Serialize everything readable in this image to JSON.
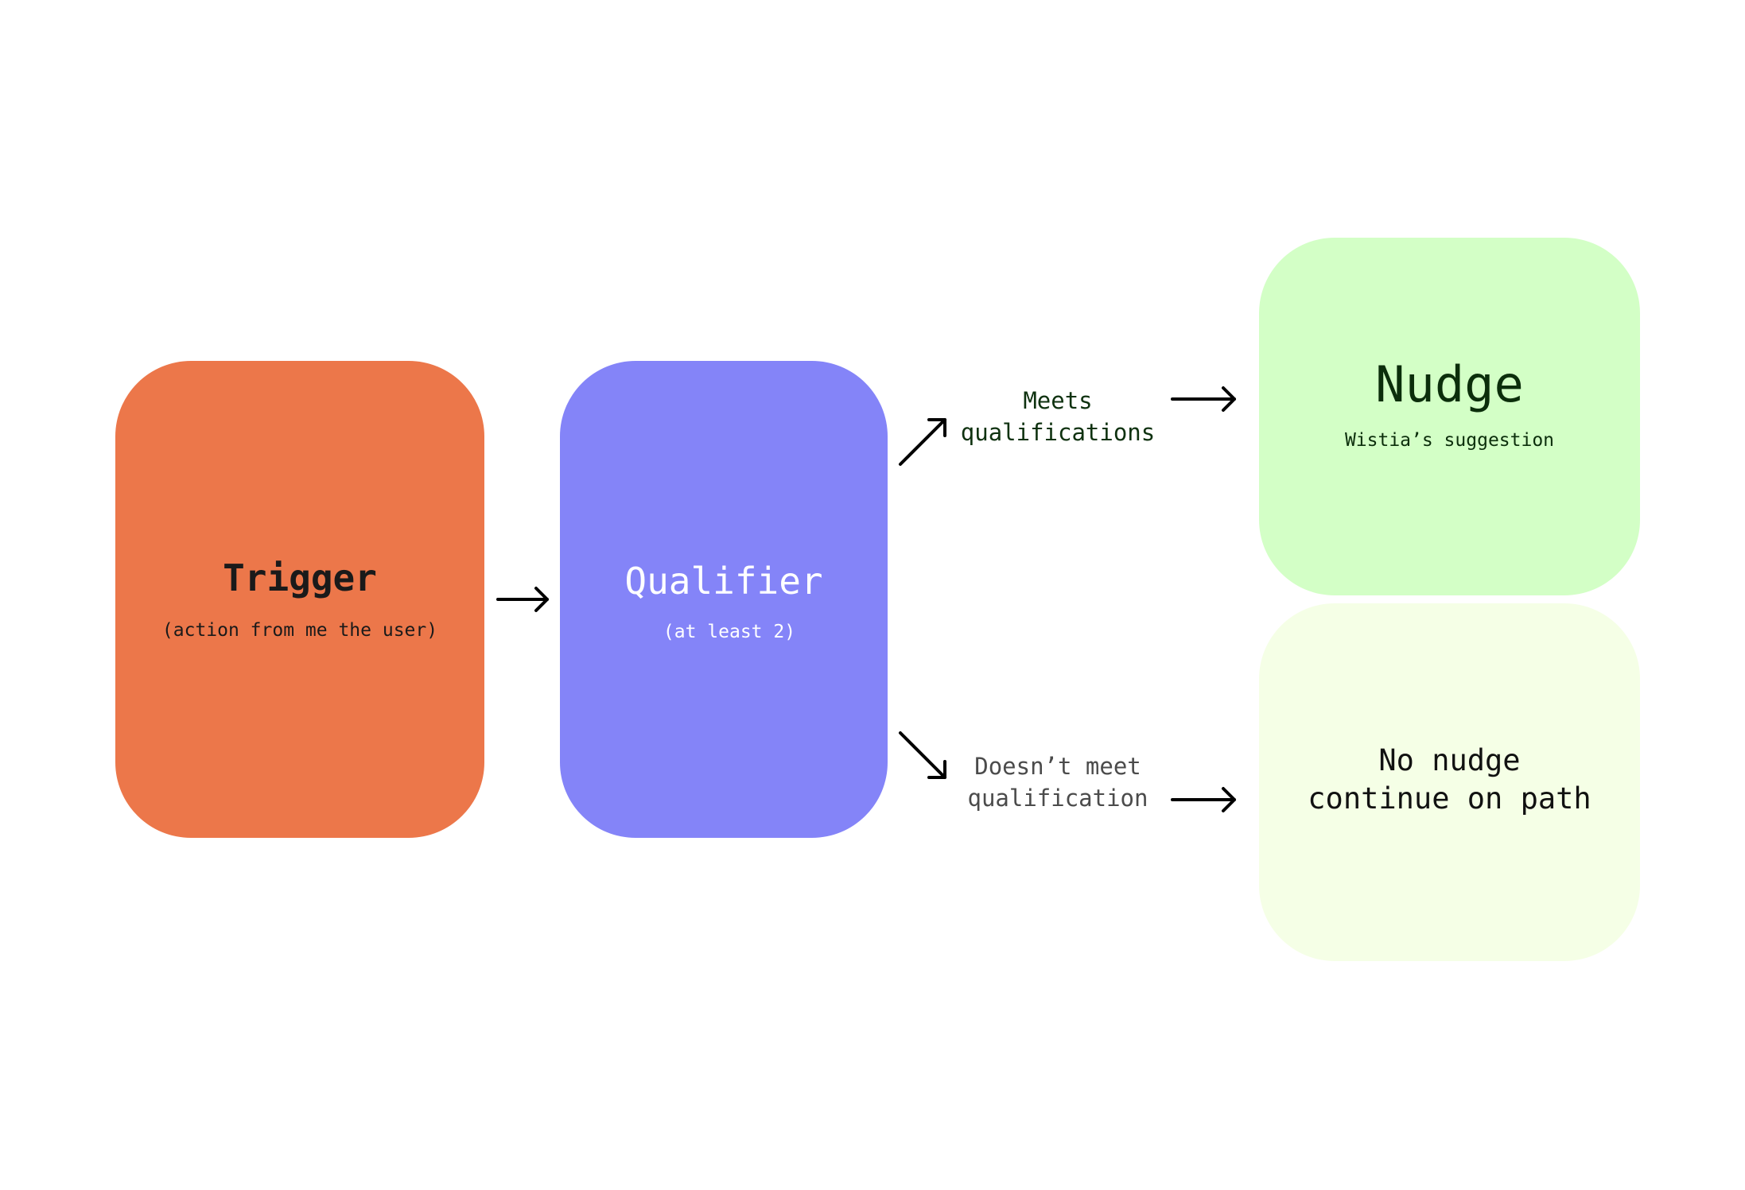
{
  "diagram": {
    "trigger": {
      "title": "Trigger",
      "subtitle": "(action from me the user)",
      "color": "#ec774a"
    },
    "qualifier": {
      "title": "Qualifier",
      "subtitle": "(at least 2)",
      "color": "#8484f8"
    },
    "meets_label": "Meets\nqualifications",
    "doesnt_meet_label": "Doesn’t meet\nqualification",
    "nudge": {
      "title": "Nudge",
      "subtitle": "Wistia’s suggestion",
      "color": "#d3ffc6"
    },
    "no_nudge": {
      "text": "No nudge\ncontinue on path",
      "color": "#f5ffe6"
    }
  }
}
